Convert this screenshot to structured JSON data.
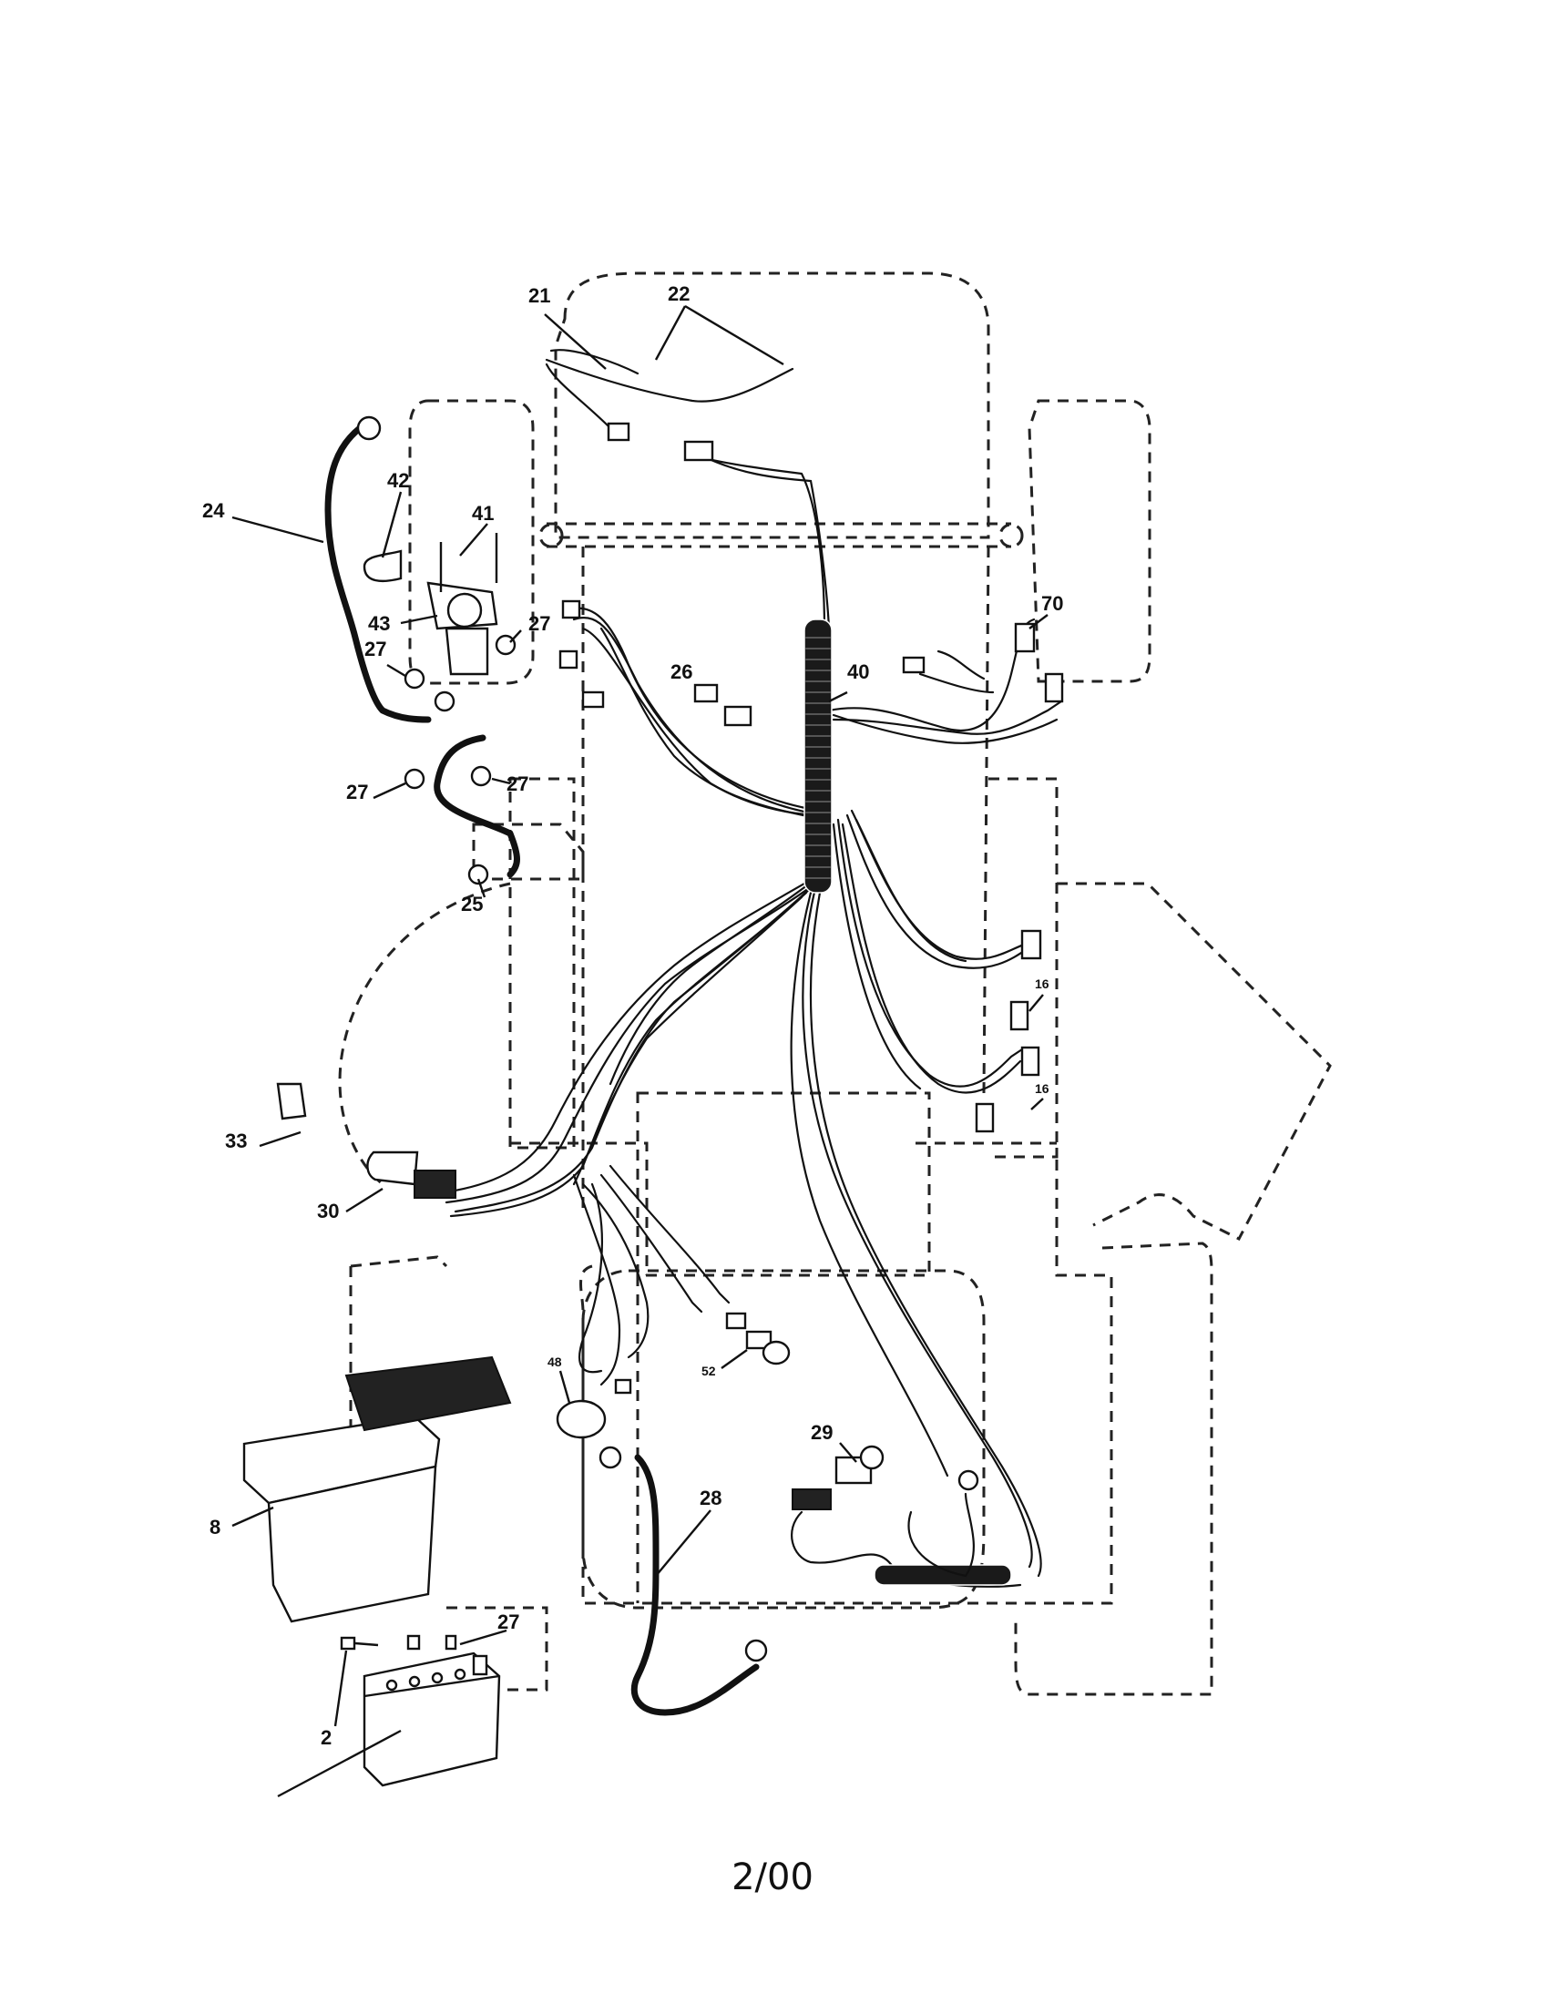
{
  "diagram": {
    "callouts": {
      "c21": "21",
      "c22": "22",
      "c24": "24",
      "c42": "42",
      "c41": "41",
      "c43": "43",
      "c27a": "27",
      "c27b": "27",
      "c27c": "27",
      "c27d": "27",
      "c27e": "27",
      "c26": "26",
      "c40": "40",
      "c70": "70",
      "c25": "25",
      "c16a": "16",
      "c16b": "16",
      "c33": "33",
      "c30": "30",
      "c48": "48",
      "c52": "52",
      "c29": "29",
      "c28": "28",
      "c8": "8",
      "c2": "2"
    }
  },
  "footer": {
    "page_label": "2/00"
  }
}
